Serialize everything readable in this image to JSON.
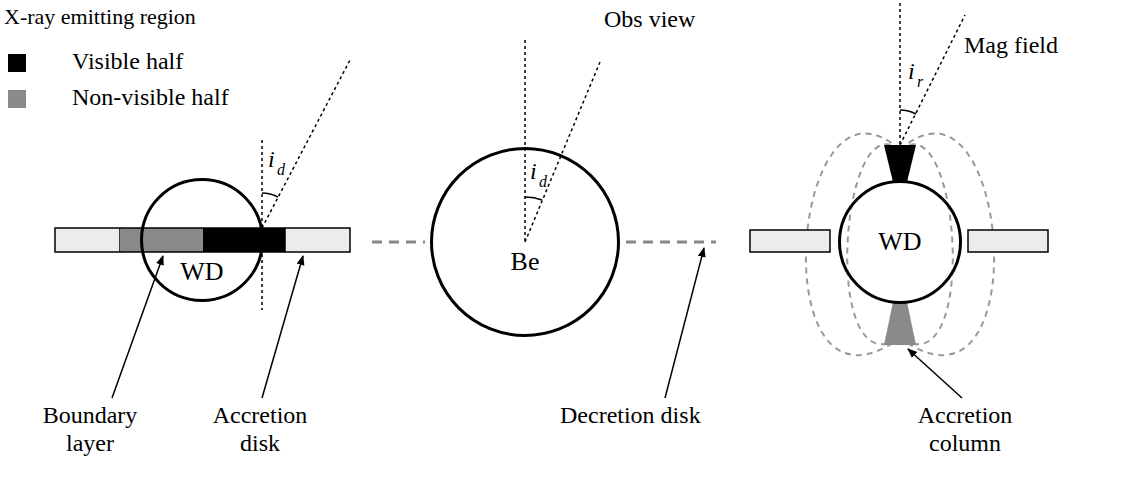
{
  "diagram": {
    "nodes": [
      {
        "text": [
          "WD"
        ]
      },
      {
        "text": [
          "Be"
        ]
      },
      {
        "text": [
          "WD"
        ]
      }
    ],
    "labels": [
      "X-ray emitting region",
      "i",
      "d",
      "Obs view",
      "i",
      "d",
      "i",
      "r",
      "Mag field",
      "Boundary layer",
      "Accretion disk",
      "Decretion disk",
      "Accretion column"
    ],
    "legend": [
      {
        "text": "Visible half",
        "color": "#000000"
      },
      {
        "text": "Non-visible half",
        "color": "#8a8a8a"
      }
    ]
  }
}
